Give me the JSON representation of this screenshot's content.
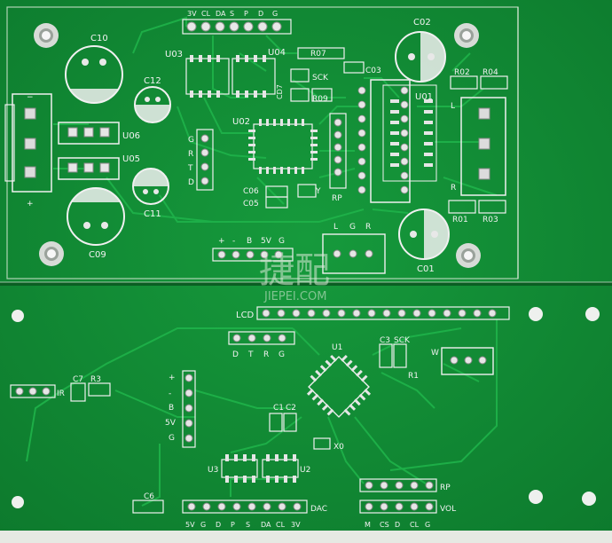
{
  "top_board": {
    "header_pins": [
      "3V",
      "CL",
      "DA",
      "S",
      "P",
      "D",
      "G"
    ],
    "labels": {
      "u03": "U03",
      "u04": "U04",
      "u02": "U02",
      "u01": "U01",
      "u05": "U05",
      "u06": "U06",
      "c10": "C10",
      "c12": "C12",
      "c11": "C11",
      "c09": "C09",
      "c02": "C02",
      "c01": "C01",
      "c03": "C03",
      "c05": "C05",
      "c06": "C06",
      "r07": "R07",
      "r09": "R09",
      "r02": "R02",
      "r04": "R04",
      "r01": "R01",
      "r03": "R03",
      "sck": "SCK",
      "y": "Y",
      "rp": "RP",
      "l": "L",
      "r": "R",
      "plus": "+",
      "minus": "−",
      "grtd_g": "G",
      "grtd_r": "R",
      "grtd_t": "T",
      "grtd_d": "D",
      "pwr_plus": "+",
      "pwr_minus": "-",
      "pwr_b": "B",
      "pwr_5v": "5V",
      "pwr_g": "G",
      "lgr_l": "L",
      "lgr_g": "G",
      "lgr_r": "R",
      "cd7": "CD7"
    }
  },
  "watermark": {
    "brand_cn": "捷配",
    "brand_en": "JIEPEI.COM"
  },
  "bottom_board": {
    "labels": {
      "lcd": "LCD",
      "u1": "U1",
      "u2": "U2",
      "u3": "U3",
      "c3": "C3",
      "sck": "SCK",
      "r1": "R1",
      "w": "W",
      "ir": "IR",
      "c7": "C7",
      "r3": "R3",
      "c1": "C1",
      "c2": "C2",
      "x0": "X0",
      "c6": "C6",
      "dac": "DAC",
      "rp": "RP",
      "vol": "VOL",
      "dtrg_d": "D",
      "dtrg_t": "T",
      "dtrg_r": "R",
      "dtrg_g": "G",
      "side_plus": "+",
      "side_minus": "-",
      "side_b": "B",
      "side_5v": "5V",
      "side_g": "G"
    },
    "dac_pins": [
      "5V",
      "G",
      "D",
      "P",
      "S",
      "DA",
      "CL",
      "3V"
    ],
    "vol_pins": [
      "M",
      "CS",
      "D",
      "CL",
      "G"
    ]
  }
}
